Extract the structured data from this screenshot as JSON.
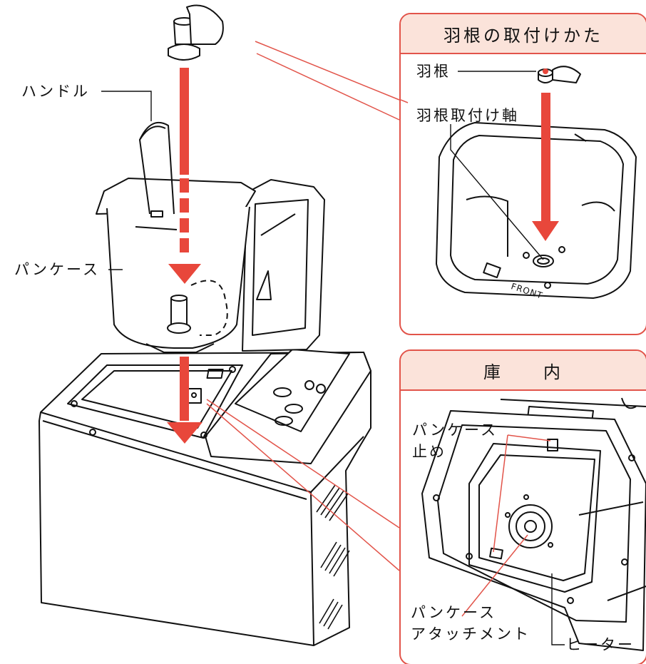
{
  "labels": {
    "handle": "ハンドル",
    "pan_case": "パンケース"
  },
  "panel_top": {
    "title": "羽根の取付けかた",
    "blade": "羽根",
    "blade_shaft": "羽根取付け軸",
    "front_mark": "FRONT"
  },
  "panel_bottom": {
    "title": "庫　　内",
    "pan_case_stopper": "パンケース\n止め",
    "pan_case_attachment": "パンケース\nアタッチメント",
    "heater": "ヒーター"
  },
  "colors": {
    "arrow": "#e8473b",
    "panel_border": "#e2544a",
    "panel_header": "#fbe3da",
    "line": "#111111"
  }
}
